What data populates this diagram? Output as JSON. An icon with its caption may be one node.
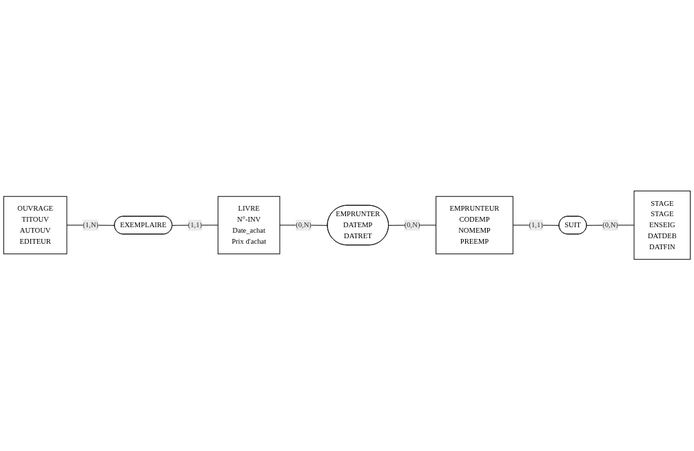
{
  "diagram": {
    "nodes": [
      {
        "text": [
          "OUVRAGE",
          "TITOUV",
          "AUTOUV",
          "EDITEUR"
        ]
      },
      {
        "text": [
          "EXEMPLAIRE"
        ]
      },
      {
        "text": [
          "LIVRE",
          "N°-INV",
          "Date_achat",
          "Prix d'achat"
        ]
      },
      {
        "text": [
          "EMPRUNTER",
          "DATEMP",
          "DATRET"
        ]
      },
      {
        "text": [
          "EMPRUNTEUR",
          "CODEMP",
          "NOMEMP",
          "PREEMP"
        ]
      },
      {
        "text": [
          "SUIT"
        ]
      },
      {
        "text": [
          "STAGE",
          "STAGE",
          "ENSEIG",
          "DATDEB",
          "DATFIN"
        ]
      }
    ],
    "edges": [
      {
        "from": 0,
        "to": 1,
        "arrow": "none",
        "label": "(1,N)"
      },
      {
        "from": 1,
        "to": 2,
        "arrow": "none",
        "label": "(1,1)"
      },
      {
        "from": 2,
        "to": 3,
        "arrow": "none",
        "label": "(0,N)"
      },
      {
        "from": 3,
        "to": 4,
        "arrow": "none",
        "label": "(0,N)"
      },
      {
        "from": 4,
        "to": 5,
        "arrow": "none",
        "label": "(1,1)"
      },
      {
        "from": 5,
        "to": 6,
        "arrow": "none",
        "label": "(0,N)"
      }
    ]
  }
}
